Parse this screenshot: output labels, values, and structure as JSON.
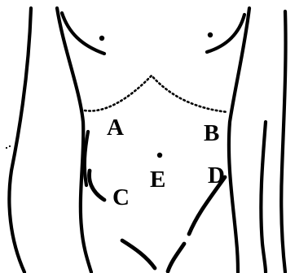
{
  "labels": {
    "a": "A",
    "b": "B",
    "c": "C",
    "d": "D",
    "e": "E"
  },
  "icons": [
    "torso-outline",
    "costal-margin",
    "umbilicus-dot",
    "incision-line"
  ],
  "colors": {
    "ink": "#000000",
    "background": "#ffffff"
  }
}
